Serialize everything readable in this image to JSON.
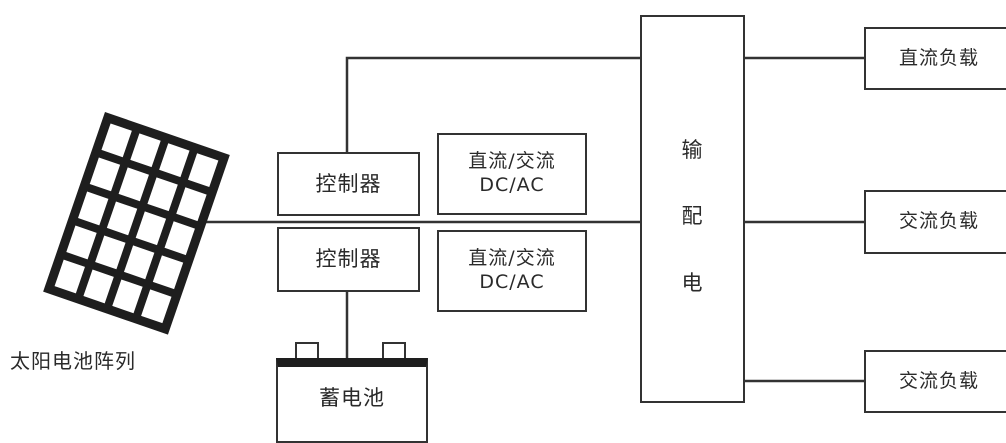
{
  "solar_array": {
    "label": "太阳电池阵列"
  },
  "controllers": [
    {
      "label": "控制器"
    },
    {
      "label": "控制器"
    }
  ],
  "inverters": [
    {
      "line1": "直流/交流",
      "line2": "DC/AC"
    },
    {
      "line1": "直流/交流",
      "line2": "DC/AC"
    }
  ],
  "battery": {
    "label": "蓄电池"
  },
  "distribution": {
    "chars": [
      "输",
      "配",
      "电"
    ]
  },
  "loads": [
    {
      "label": "直流负载"
    },
    {
      "label": "交流负载"
    },
    {
      "label": "交流负载"
    }
  ],
  "colors": {
    "stroke": "#333333",
    "text": "#2a2a2a",
    "background": "#ffffff"
  }
}
